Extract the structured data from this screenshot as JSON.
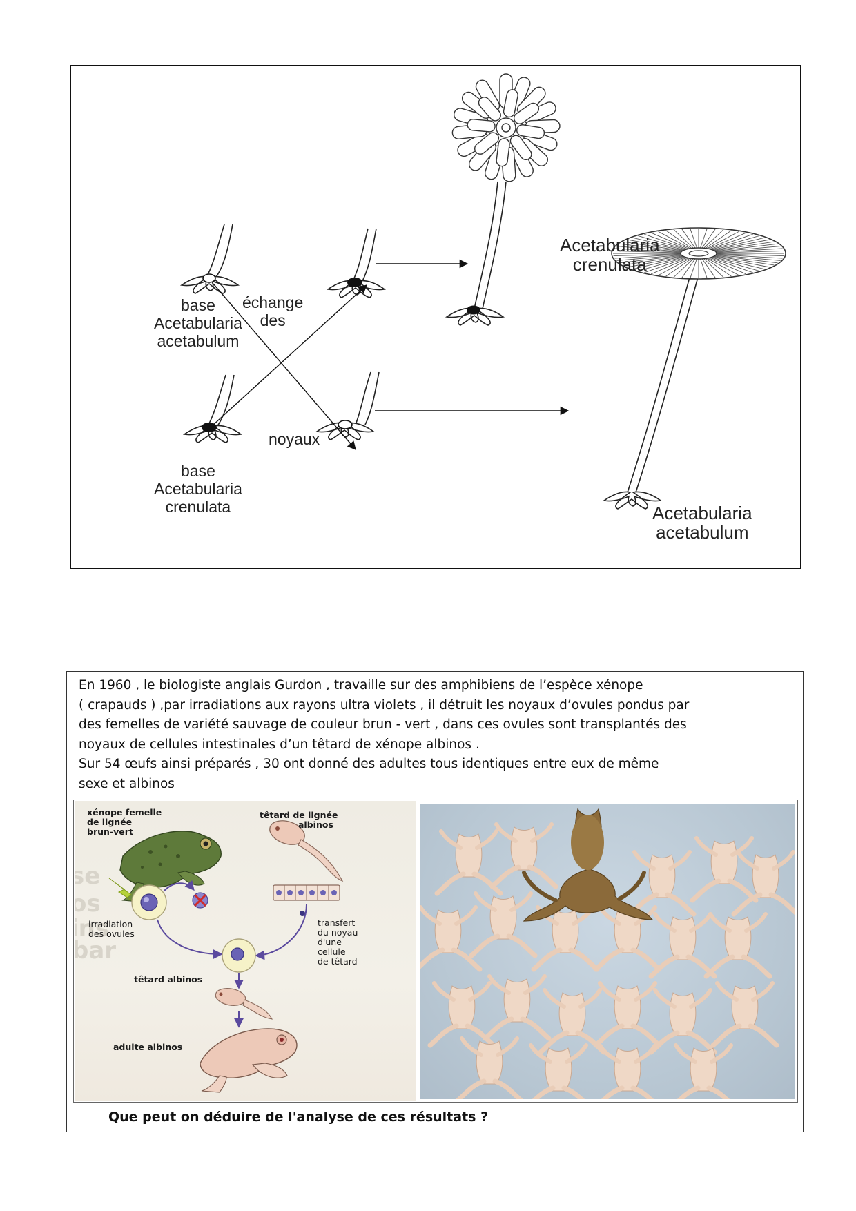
{
  "figure1": {
    "labels": {
      "base_acetabulum": [
        "base",
        "Acetabularia",
        "acetabulum"
      ],
      "base_crenulata": [
        "base",
        "Acetabularia",
        "crenulata"
      ],
      "exchange": [
        "échange",
        "des"
      ],
      "nuclei": "noyaux",
      "result_top": [
        "Acetabularia",
        "crenulata"
      ],
      "result_bottom": [
        "Acetabularia",
        "acetabulum"
      ]
    }
  },
  "figure2": {
    "paragraph": [
      "En 1960 , le biologiste anglais Gurdon , travaille sur des amphibiens de l’espèce xénope",
      " ( crapauds ) ,par irradiations aux rayons ultra violets , il détruit les noyaux d’ovules pondus par",
      "des femelles de variété sauvage de couleur brun - vert , dans ces ovules sont transplantés des",
      "noyaux de cellules intestinales d’un têtard de xénope albinos .",
      "Sur 54 œufs ainsi préparés , 30 ont donné des adultes tous identiques entre eux de même",
      "sexe et albinos"
    ],
    "scheme": {
      "female_label": [
        "xénope femelle",
        "de lignée",
        "brun-vert"
      ],
      "tadpole_label": [
        "têtard de lignée",
        "albinos"
      ],
      "irradiation_label": [
        "irradiation",
        "des ovules"
      ],
      "transfer_label": [
        "transfert",
        "du noyau",
        "d'une",
        "cellule",
        "de têtard"
      ],
      "albino_tadpole_label": "têtard albinos",
      "albino_adult_label": "adulte albinos"
    },
    "question": "Que peut on déduire de l'analyse de ces résultats ?"
  },
  "colors": {
    "frog_green": "#5e7a3a",
    "albino_pink": "#edc9b8",
    "photo_bg": "#b9c8d4",
    "arrow_purple": "#5b4a9e"
  }
}
